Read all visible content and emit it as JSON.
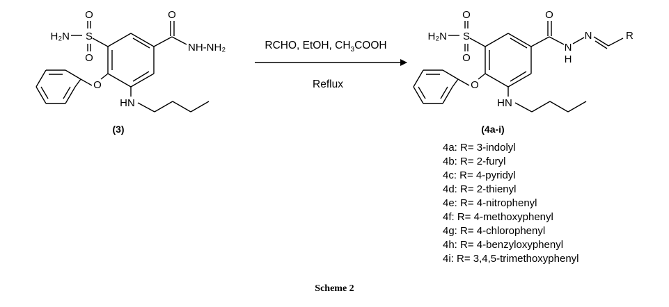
{
  "reactant": {
    "compound_label": "(3)",
    "atoms": {
      "h2n": "H₂N",
      "s": "S",
      "o_top": "O",
      "o_bottom": "O",
      "o_carbonyl": "O",
      "hydrazide": "NH-NH₂",
      "o_ether": "O",
      "hn": "HN"
    }
  },
  "reaction": {
    "reagents": [
      "RCHO, EtOH, CH",
      "3",
      "COOH"
    ],
    "condition": "Reflux"
  },
  "product": {
    "compound_label": "(4a-i)",
    "atoms": {
      "h2n": "H₂N",
      "s": "S",
      "o_top": "O",
      "o_bottom": "O",
      "o_carbonyl": "O",
      "n1": "N",
      "h": "H",
      "n2": "N",
      "r": "R",
      "o_ether": "O",
      "hn": "HN"
    },
    "substituents": [
      "4a: R= 3-indolyl",
      "4b: R= 2-furyl",
      "4c: R= 4-pyridyl",
      "4d: R= 2-thienyl",
      "4e: R= 4-nitrophenyl",
      "4f: R= 4-methoxyphenyl",
      "4g: R= 4-chlorophenyl",
      "4h: R= 4-benzyloxyphenyl",
      "4i: R= 3,4,5-trimethoxyphenyl"
    ]
  },
  "caption": "Scheme 2"
}
